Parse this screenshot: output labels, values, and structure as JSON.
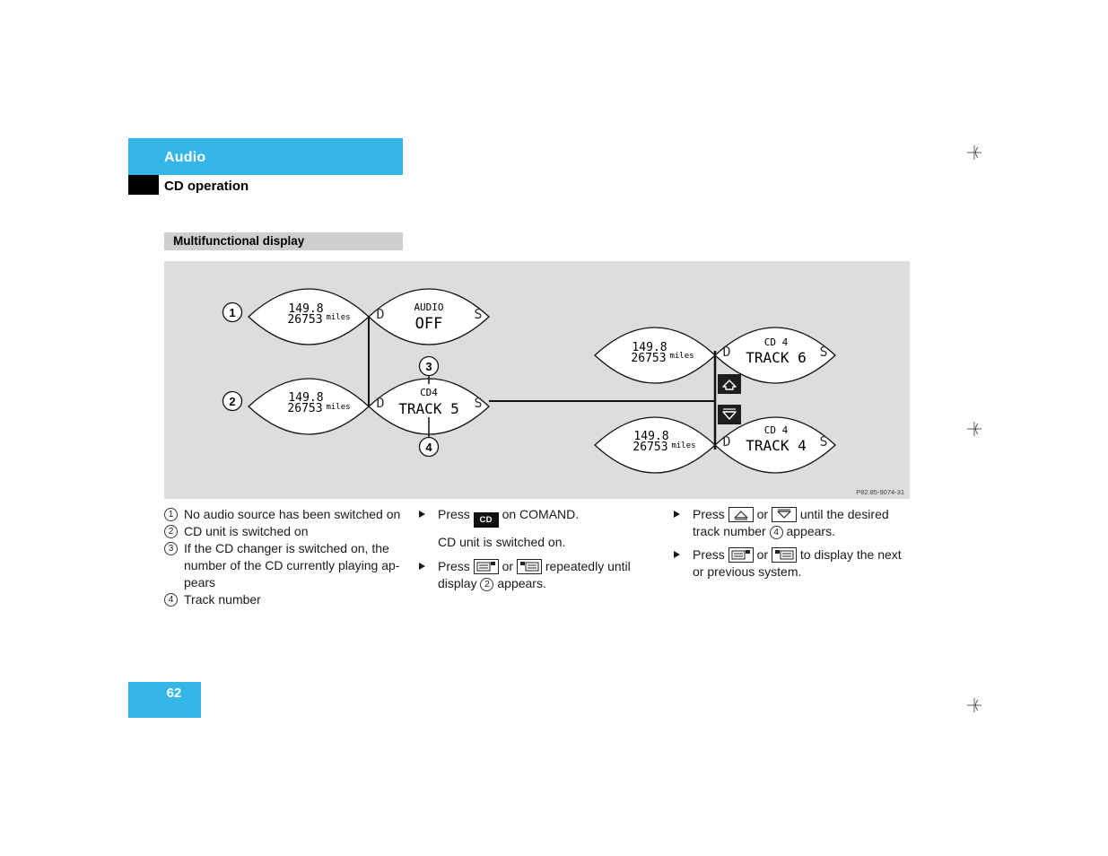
{
  "header": {
    "section": "Audio",
    "subsection": "CD operation"
  },
  "figure": {
    "title": "Multifunctional display",
    "figure_id": "P82.85-9074-31",
    "callouts": [
      "1",
      "2",
      "3",
      "4"
    ],
    "displays": {
      "d1_left": {
        "line1": "149.8",
        "line2": "26753",
        "unit": "miles"
      },
      "d1_right": {
        "left": "D",
        "line1": "AUDIO",
        "line2": "OFF",
        "right": "S"
      },
      "d2_left": {
        "line1": "149.8",
        "line2": "26753",
        "unit": "miles"
      },
      "d2_right": {
        "left": "D",
        "line1": "CD4",
        "line2": "TRACK 5",
        "right": "S"
      },
      "d3_left": {
        "line1": "149.8",
        "line2": "26753",
        "unit": "miles"
      },
      "d3_right": {
        "left": "D",
        "line1": "CD 4",
        "line2": "TRACK 6",
        "right": "S"
      },
      "d4_left": {
        "line1": "149.8",
        "line2": "26753",
        "unit": "miles"
      },
      "d4_right": {
        "left": "D",
        "line1": "CD 4",
        "line2": "TRACK 4",
        "right": "S"
      }
    },
    "buttons": [
      "up-key-icon",
      "down-key-icon"
    ]
  },
  "legend": [
    {
      "num": "1",
      "lines": [
        "No audio source has been switched on"
      ]
    },
    {
      "num": "2",
      "lines": [
        "CD unit is switched on"
      ]
    },
    {
      "num": "3",
      "lines": [
        "If the CD changer is switched on, the",
        "number of the CD currently playing ap-",
        "pears"
      ]
    },
    {
      "num": "4",
      "lines": [
        "Track number"
      ]
    }
  ],
  "col2": {
    "step1": {
      "pre": "Press",
      "key": "CD",
      "post": "on COMAND."
    },
    "result1": "CD unit is switched on.",
    "step2": {
      "pre": "Press",
      "mid": "or",
      "line1_end": "repeatedly until",
      "line2_start": "display",
      "ref": "2",
      "line2_end": "appears."
    }
  },
  "col3": {
    "step1": {
      "pre": "Press",
      "mid": "or",
      "line1_end": "until the desired",
      "line2_start": "track number",
      "ref": "4",
      "line2_end": "appears."
    },
    "step2": {
      "pre": "Press",
      "mid": "or",
      "line1_end": "to display the next",
      "line2_start": "or previous system."
    }
  },
  "page_number": "62",
  "icons": {
    "bullet": "arrow-right-icon",
    "cd_key": "cd-key-icon",
    "system_prev": "system-previous-key-icon",
    "system_next": "system-next-key-icon",
    "up": "up-key-icon",
    "down": "down-key-icon"
  },
  "colors": {
    "accent_blue": "#35b6e8",
    "figure_background": "#dcdddf",
    "title_bar": "#cfcfcf"
  }
}
